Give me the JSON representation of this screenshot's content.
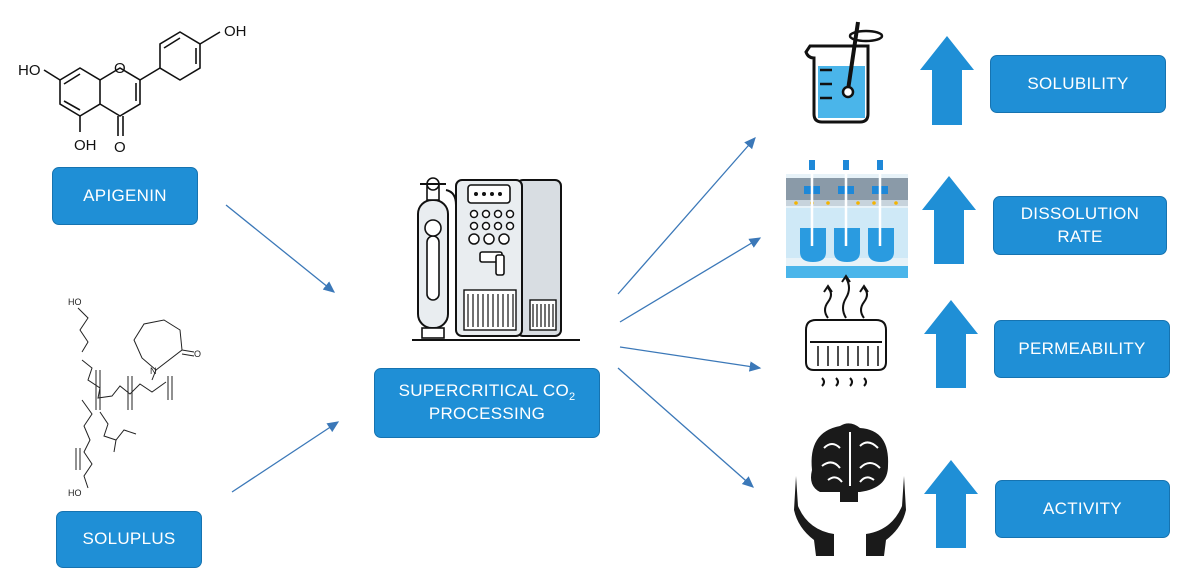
{
  "inputs": {
    "apigenin": "APIGENIN",
    "soluplus": "SOLUPLUS"
  },
  "process": {
    "line1_main": "SUPERCRITICAL CO",
    "line1_sub": "2",
    "line2": "PROCESSING"
  },
  "outputs": {
    "solubility": "SOLUBILITY",
    "dissolution_line1": "DISSOLUTION",
    "dissolution_line2": "RATE",
    "permeability": "PERMEABILITY",
    "activity": "ACTIVITY"
  },
  "apigenin_structure": {
    "oh_top": "OH",
    "ho_left": "HO",
    "oh_bottom": "OH",
    "ring_o": "O",
    "carbonyl_o": "O"
  },
  "soluplus_structure": {
    "ho_top": "HO",
    "ho_bottom": "HO",
    "n_label": "N",
    "o_label": "O"
  },
  "colors": {
    "box_fill": "#1f8fd6",
    "arrow_blue": "#1f8fd6",
    "connector": "#3b78b8"
  },
  "icons": [
    "beaker-stir-icon",
    "dissolution-apparatus-icon",
    "porous-material-icon",
    "brain-hands-icon",
    "co2-processing-machine-icon"
  ]
}
